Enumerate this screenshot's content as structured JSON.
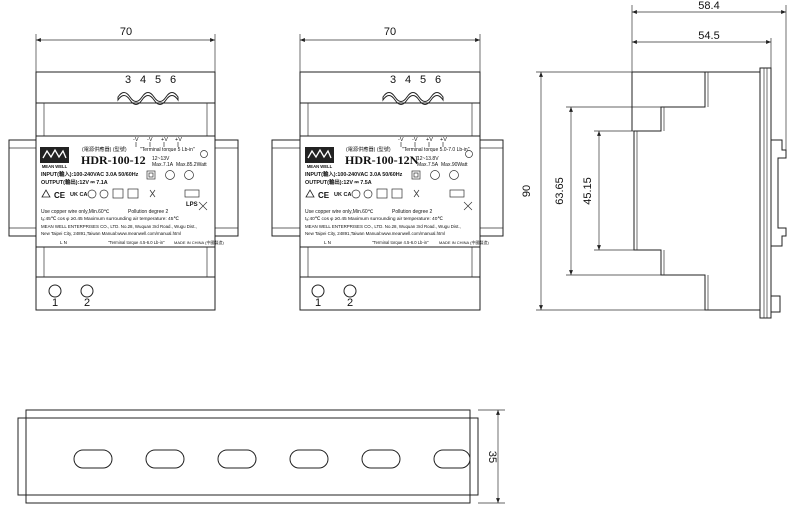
{
  "dimensions": {
    "front_width_1": "70",
    "front_width_2": "70",
    "side_depth_total": "58.4",
    "side_depth_body": "54.5",
    "side_height": "90",
    "side_inner_height_1": "63.65",
    "side_inner_height_2": "45.15",
    "rail_height": "35"
  },
  "terminals": {
    "top": [
      "3",
      "4",
      "5",
      "6"
    ],
    "bottom": [
      "1",
      "2"
    ]
  },
  "units": [
    {
      "model": "HDR-100-12",
      "type_header": "(電源供應器) (型號)",
      "pin_labels": [
        "-V",
        "-V",
        "+V",
        "+V"
      ],
      "torque_top": "\"Terminal torque 5 Lb-in\"",
      "adj_line_1": "12~13V",
      "adj_line_2": "Max.7.1A",
      "adj_line_3": "Max.85.2Watt",
      "input_line": "INPUT(輸入):100-240VAC 3.0A 50/60Hz",
      "output_line": "OUTPUT(輸出):12V ⎓ 7.1A",
      "copper_line": "Use copper wire only,Min.60℃",
      "pollution": "Pollution degree 2",
      "temp_line": "tₐ:45℃   cos φ ≥0.45   Maximum surrounding air temperature: 45℃",
      "company_1": "MEAN WELL ENTERPRISES CO., LTD.  No.28, Wuquan 3rd Road., Wugu Dist.,",
      "company_2": "New Taipei City, 24891,Taiwan  Manual:www.meanwell.com/manual.html",
      "bottom_pins": "L         N",
      "torque_bottom": "\"Terminal torque 4.5-6.0 Lb-in\"",
      "made_in": "MADE IN CHINA (中國製造)"
    },
    {
      "model": "HDR-100-12N",
      "type_header": "(電源供應器) (型號)",
      "pin_labels": [
        "-V",
        "-V",
        "+V",
        "+V"
      ],
      "torque_top": "\"Terminal torque 5.0-7.0 Lb-in\"",
      "adj_line_1": "12~13.8V",
      "adj_line_2": "Max.7.5A",
      "adj_line_3": "Max.90Watt",
      "input_line": "INPUT(輸入):100-240VAC 3.0A 50/60Hz",
      "output_line": "OUTPUT(輸出):12V ⎓ 7.5A",
      "copper_line": "Use copper wire only,Min.60℃",
      "pollution": "Pollution degree 2",
      "temp_line": "tₐ:40℃   cos φ ≥0.45   Maximum surrounding air temperature: 40℃",
      "company_1": "MEAN WELL ENTERPRISES CO., LTD.  No.28, Wuquan 3rd Road., Wugu Dist.,",
      "company_2": "New Taipei City, 24891,Taiwan  Manual:www.meanwell.com/manual.html",
      "bottom_pins": "L         N",
      "torque_bottom": "\"Terminal torque 4.5-6.0 Lb-in\"",
      "made_in": "MADE IN CHINA (中國製造)"
    }
  ],
  "brand_logo": "MEAN WELL"
}
